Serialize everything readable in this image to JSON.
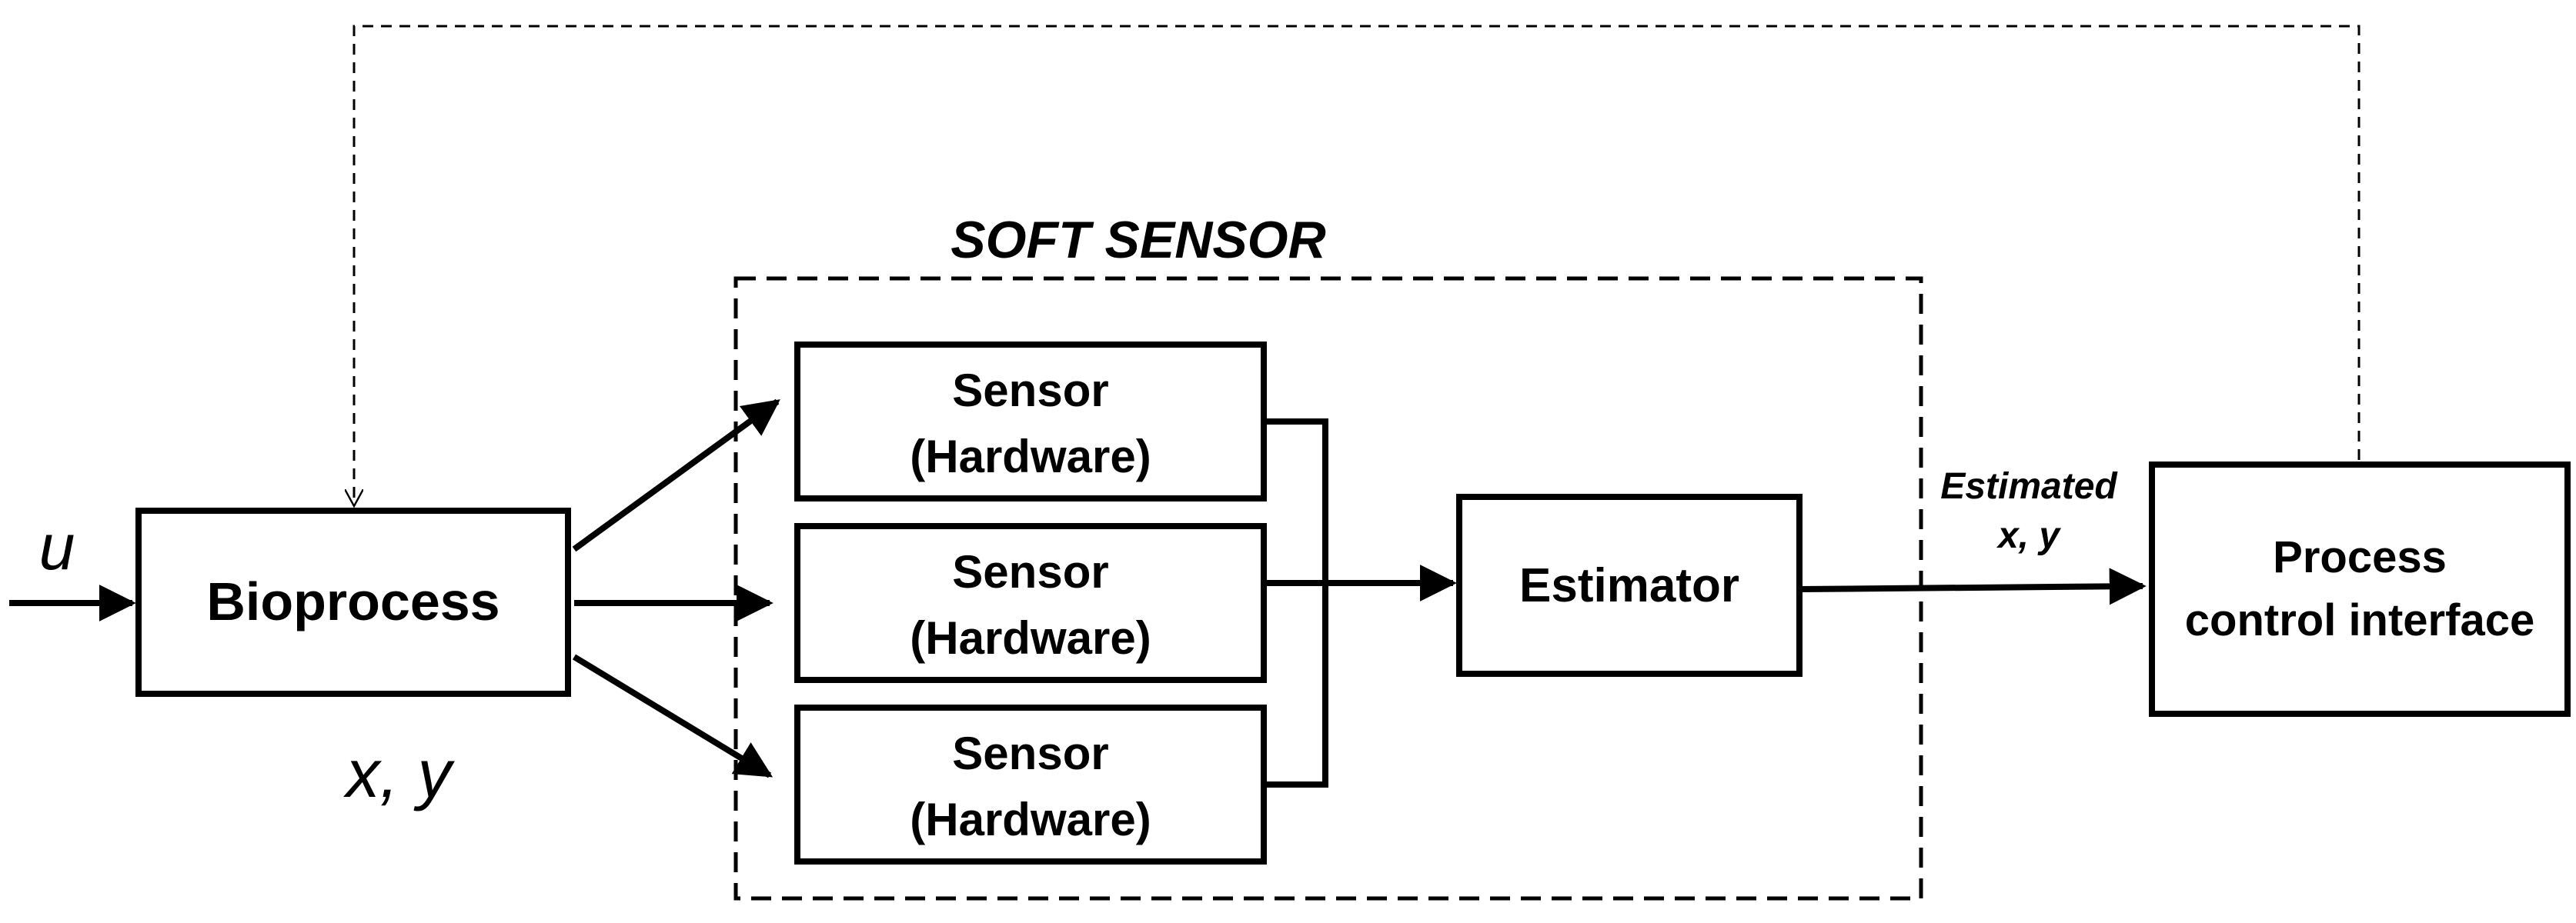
{
  "soft_sensor_title": "SOFT SENSOR",
  "input_label": "u",
  "state_label": "x, y",
  "bioprocess_label": "Bioprocess",
  "sensors": [
    {
      "line1": "Sensor",
      "line2": "(Hardware)"
    },
    {
      "line1": "Sensor",
      "line2": "(Hardware)"
    },
    {
      "line1": "Sensor",
      "line2": "(Hardware)"
    }
  ],
  "estimator_label": "Estimator",
  "estimated_label": {
    "line1": "Estimated",
    "line2": "x, y"
  },
  "process_control": {
    "line1": "Process",
    "line2": "control interface"
  },
  "colors": {
    "stroke": "#000000",
    "background": "#ffffff"
  }
}
